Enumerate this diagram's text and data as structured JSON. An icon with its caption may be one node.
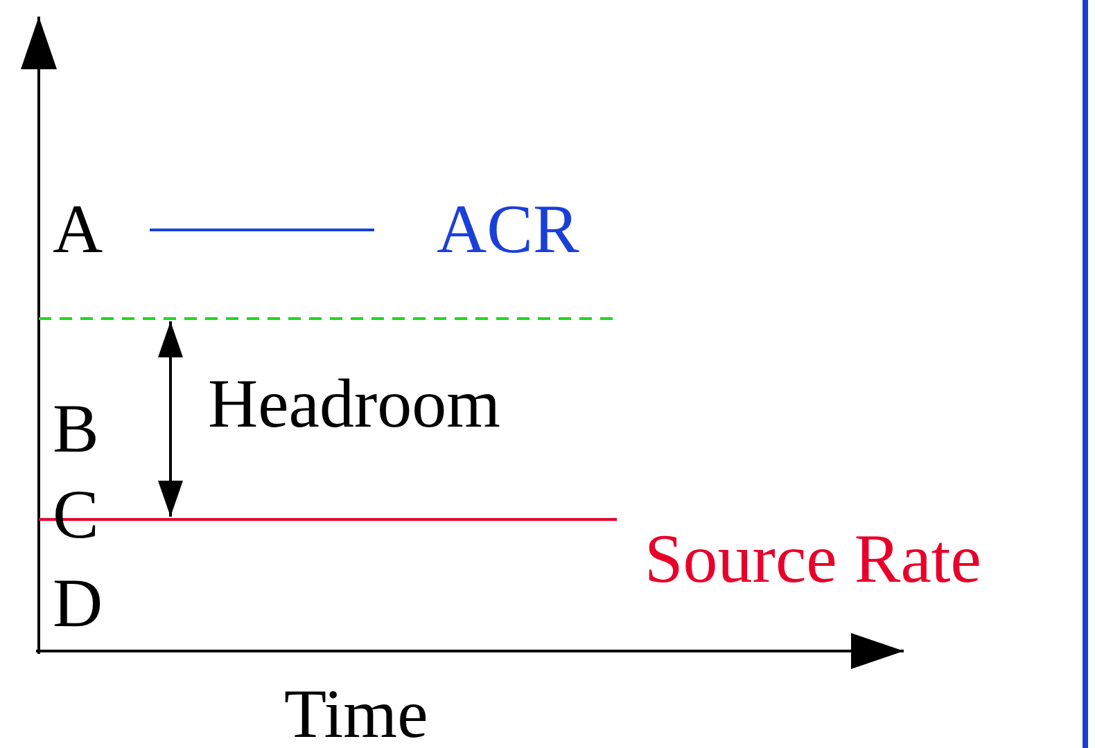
{
  "diagram": {
    "labels": [
      "A",
      "ACR",
      "Headroom",
      "B",
      "C",
      "Source Rate",
      "D",
      "Time"
    ]
  }
}
